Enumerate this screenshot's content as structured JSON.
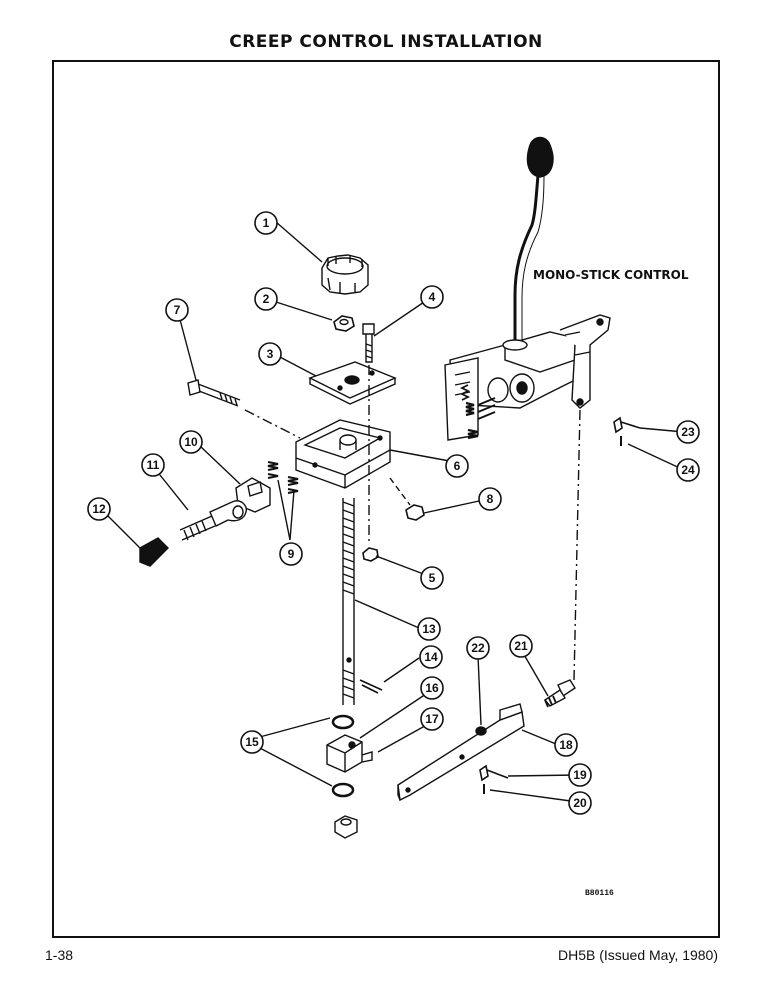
{
  "page": {
    "title": "CREEP CONTROL INSTALLATION",
    "page_number": "1-38",
    "doc_ref": "DH5B (Issued May, 1980)"
  },
  "diagram": {
    "assembly_label": "MONO-STICK CONTROL",
    "drawing_number": "B80116",
    "callouts": [
      "1",
      "2",
      "3",
      "4",
      "5",
      "6",
      "7",
      "8",
      "9",
      "10",
      "11",
      "12",
      "13",
      "14",
      "15",
      "16",
      "17",
      "18",
      "19",
      "20",
      "21",
      "22",
      "23",
      "24"
    ]
  }
}
